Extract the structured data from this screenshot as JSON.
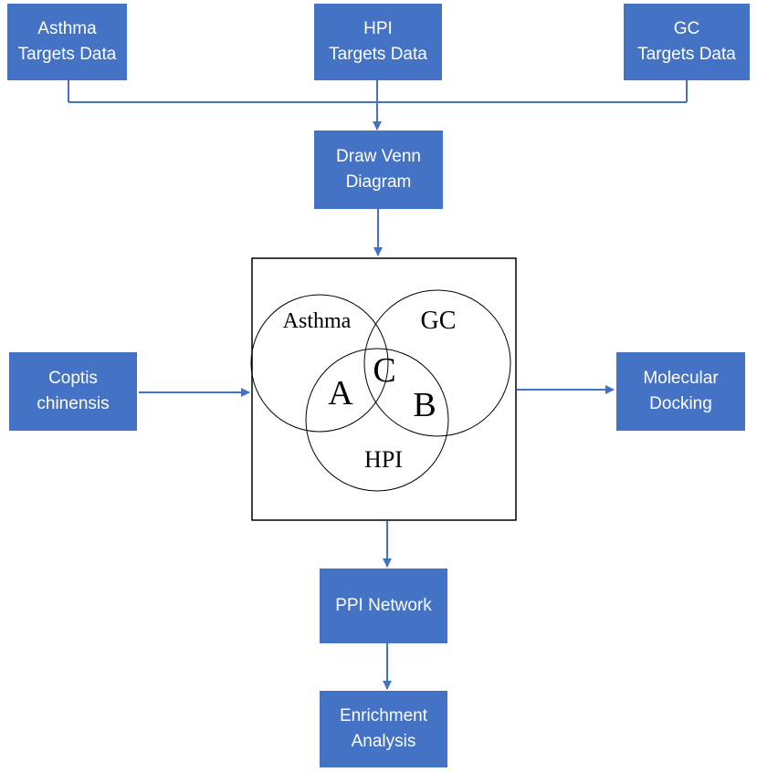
{
  "sources": [
    {
      "line1": "Asthma",
      "line2": "Targets Data"
    },
    {
      "line1": "HPI",
      "line2": "Targets Data"
    },
    {
      "line1": "GC",
      "line2": "Targets Data"
    }
  ],
  "venn_step": {
    "line1": "Draw Venn",
    "line2": "Diagram"
  },
  "venn": {
    "sets": [
      "Asthma",
      "GC",
      "HPI"
    ],
    "regions": [
      "A",
      "B",
      "C"
    ]
  },
  "input_herb": {
    "line1": "Coptis",
    "line2": "chinensis"
  },
  "docking": {
    "line1": "Molecular",
    "line2": "Docking"
  },
  "ppi": {
    "label": "PPI Network"
  },
  "enrichment": {
    "line1": "Enrichment",
    "line2": "Analysis"
  },
  "colors": {
    "box_fill": "#4472c4",
    "arrow": "#4472c4",
    "venn_stroke": "#000000"
  }
}
